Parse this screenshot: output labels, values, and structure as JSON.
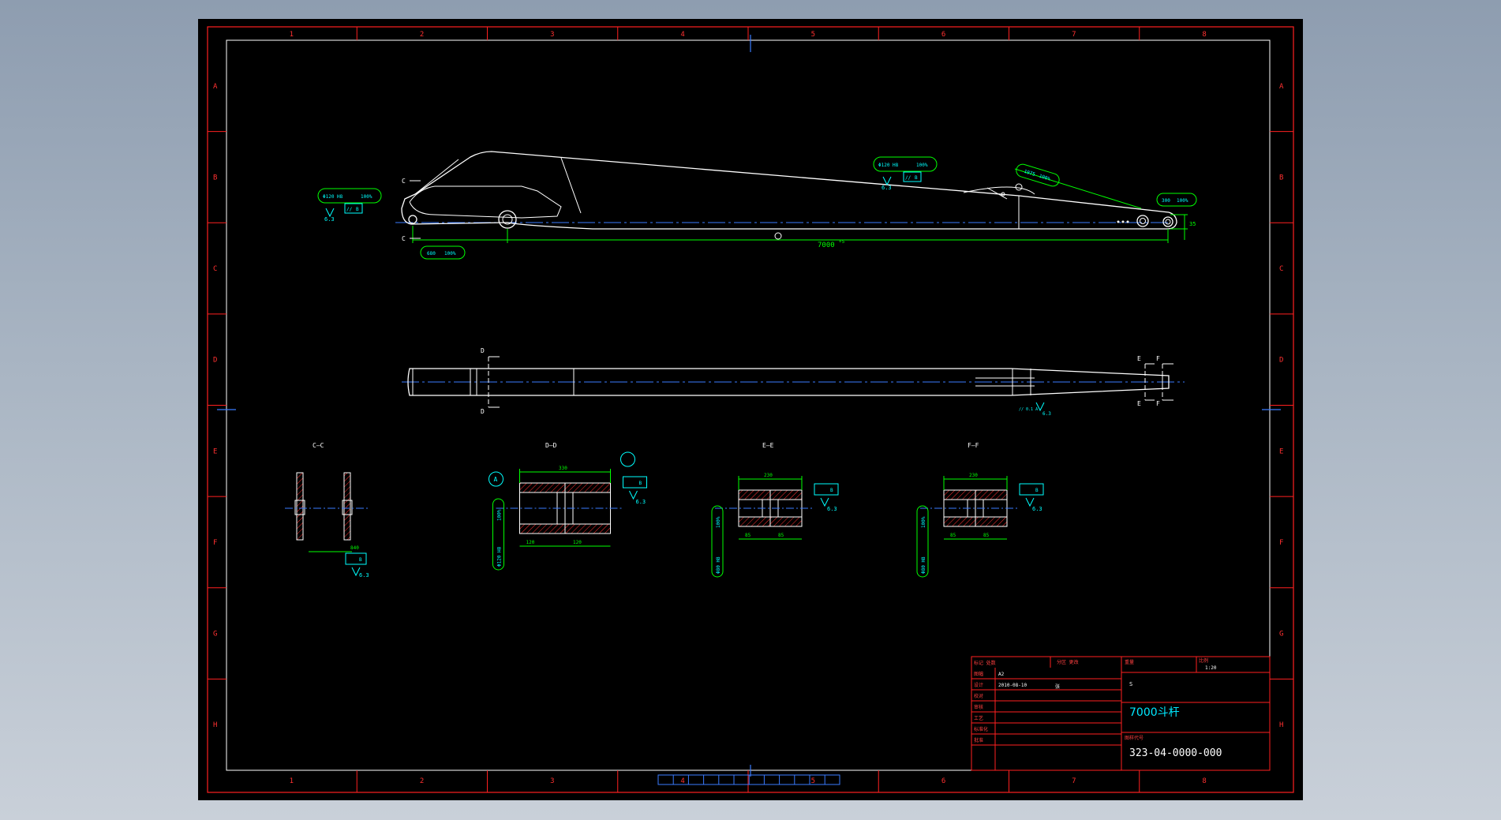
{
  "colors": {
    "background": "#000000",
    "frame": "#ff2020",
    "outline": "#ffffff",
    "dimension": "#00ff00",
    "center_line": "#3a7bff",
    "annotation": "#00ffff",
    "hatch": "#ff3030"
  },
  "zone_columns": [
    "1",
    "2",
    "3",
    "4",
    "5",
    "6",
    "7",
    "8"
  ],
  "zone_rows": [
    "A",
    "B",
    "C",
    "D",
    "E",
    "F",
    "G",
    "H"
  ],
  "side_view": {
    "length_dim": "7000",
    "length_tol": "+5",
    "left_span_dim": "680",
    "left_span_tol": "100%",
    "height_dim": "35",
    "section_marks": [
      "C",
      "C"
    ],
    "frames": [
      {
        "diameter": "Φ120 H8",
        "fit": "100%",
        "flatness": "//",
        "datum": "B",
        "roughness": "6.3"
      },
      {
        "diameter": "Φ120 H8",
        "fit": "100%",
        "flatness": "//",
        "datum": "B",
        "roughness": "6.3"
      },
      {
        "diameter": "1975",
        "fit": "100%"
      },
      {
        "diameter": "300",
        "fit": "100%"
      }
    ]
  },
  "top_view": {
    "section_marks": [
      "D",
      "D",
      "E",
      "E",
      "F",
      "F"
    ],
    "roughness": "6.3",
    "tolerance_frame": "// 0.1 A"
  },
  "sections": [
    {
      "label": "C—C",
      "width_dim": "840",
      "datum": "B",
      "roughness": "6.3"
    },
    {
      "label": "D—D",
      "width_dim": "330",
      "datum_a": "A",
      "datum_b": "B",
      "roughness": "6.3",
      "sub_dims": [
        "120",
        "120"
      ],
      "bore": "Φ120 H8",
      "bore_fit": "100%"
    },
    {
      "label": "E—E",
      "width_dim": "230",
      "datum": "B",
      "roughness": "6.3",
      "sub_dims": [
        "85",
        "85"
      ],
      "bore": "Φ80 H8",
      "bore_fit": "100%"
    },
    {
      "label": "F—F",
      "width_dim": "230",
      "datum": "B",
      "roughness": "6.3",
      "sub_dims": [
        "85",
        "85"
      ],
      "bore": "Φ80 H8",
      "bore_fit": "100%"
    }
  ],
  "title_block": {
    "rows": [
      {
        "label": "标记 处数",
        "value": ""
      },
      {
        "label": "图幅",
        "value": "A2"
      },
      {
        "label": "设计",
        "value": "2010-08-10"
      },
      {
        "label": "校对",
        "value": ""
      },
      {
        "label": "审核",
        "value": ""
      },
      {
        "label": "工艺",
        "value": ""
      },
      {
        "label": "标准化",
        "value": ""
      },
      {
        "label": "批准",
        "value": ""
      }
    ],
    "header_mid": "分区 更改",
    "weight_label": "重量",
    "scale_label": "比例",
    "scale_value": "1:20",
    "quantity": "S",
    "drawing_name": "7000斗杆",
    "drawing_number_label": "图样代号",
    "drawing_number": "323-04-0000-000",
    "designer_mark": "张"
  }
}
